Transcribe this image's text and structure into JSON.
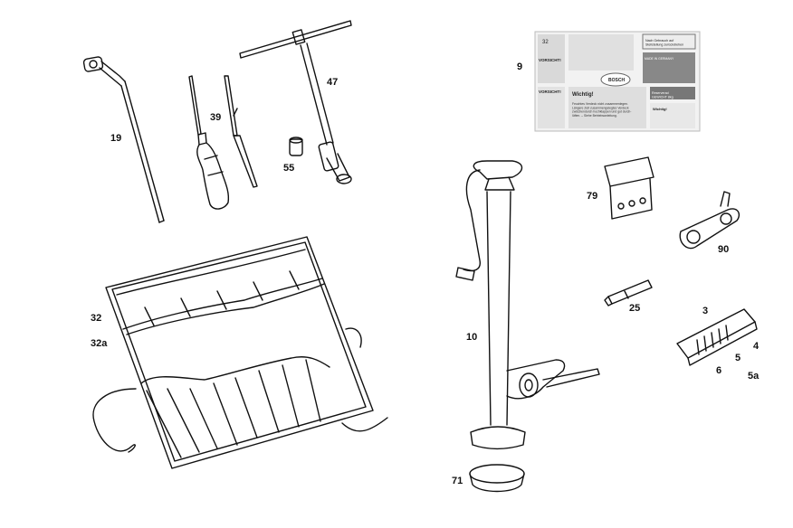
{
  "callouts": [
    "9",
    "19",
    "39",
    "47",
    "55",
    "79",
    "90",
    "25",
    "32",
    "32a",
    "10",
    "3",
    "4",
    "5",
    "6",
    "5a",
    "71"
  ],
  "decal": {
    "vorsicht": "VORSICHT!",
    "wichtig": "Wichtig!",
    "bosch": "BOSCH",
    "wichtig_text": "Feuchtes Verdeck nicht zusammenlegen.\nLängere Zeit zusammengelegtes Verdeck\nzwischendurch hochklappen und gut durch-\nlüften. – Siehe Betriebsanleitung.",
    "top_right": "Nach Gebrauch auf\nStellstellung zurückdrehen",
    "top_mid_right": "MADE IN GERMANY",
    "bottom_right_top": "Reserverad\nGEWICHT 8kg",
    "bottom_right_wichtig": "Wichtig!",
    "small_num": "32"
  },
  "colors": {
    "line": "#111111",
    "paper": "#ffffff",
    "decal": "#e6e6e6",
    "decal_dark": "#9a9a9a"
  }
}
